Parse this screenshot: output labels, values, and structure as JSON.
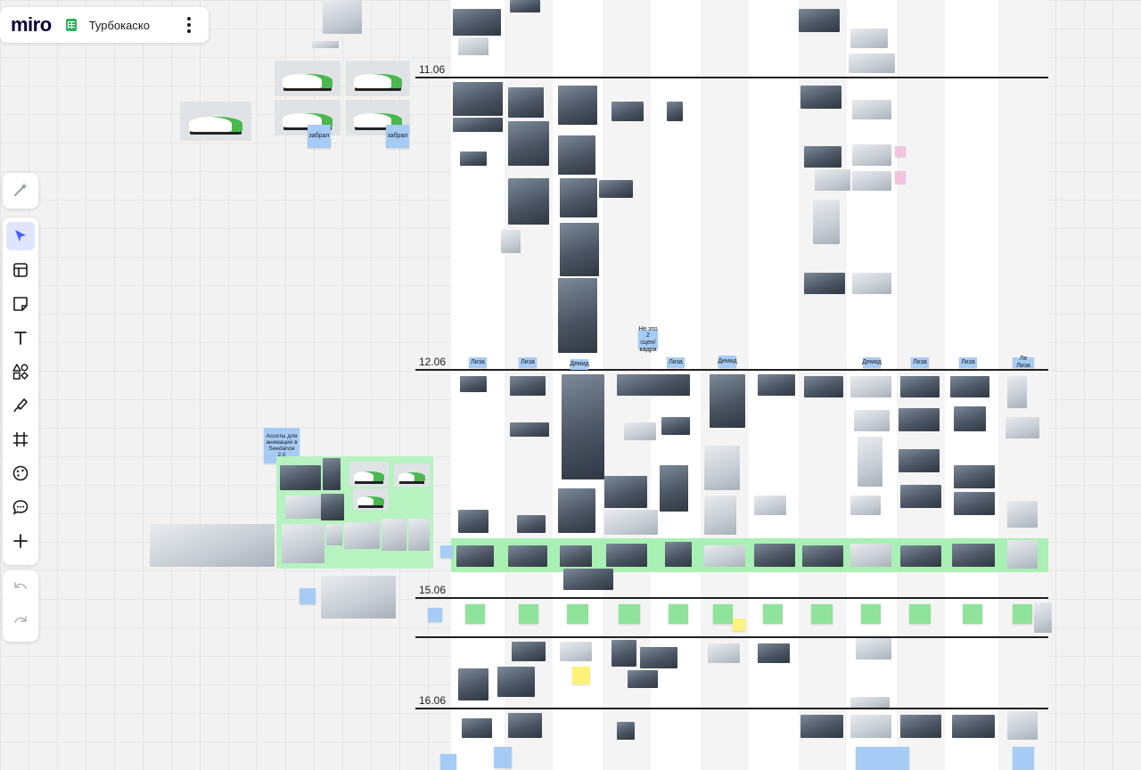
{
  "header": {
    "logo": "miro",
    "board_title": "Турбокаско"
  },
  "toolbar": {
    "tools": [
      "magic-icon",
      "select-icon",
      "templates-icon",
      "sticky-note-icon",
      "text-icon",
      "shapes-icon",
      "pen-icon",
      "frame-icon",
      "stickers-icon",
      "comment-icon",
      "add-icon"
    ],
    "active_tool": "select-icon",
    "undo": "undo-icon",
    "redo": "redo-icon"
  },
  "board": {
    "dates": [
      "11.06",
      "12.06",
      "15.06",
      "16.06"
    ],
    "assignees": [
      "Лиза",
      "Лиза",
      "Демид",
      "Лиза",
      "Демид",
      "Демид",
      "Лиза",
      "Лиза",
      "Ле Лиза"
    ],
    "stickers": {
      "zabral_1": "забрал",
      "zabral_2": "забрал",
      "assets": "Ассеты для анимации в Seedance 2.0",
      "misc_1": "Не это 2 сцен/кадра"
    }
  },
  "colors": {
    "accent": "#4262ff",
    "sticky_blue": "#a6ccf5",
    "sticky_green": "#8fe39a",
    "sticky_yellow": "#fff27a",
    "band_green": "#a9f0b5"
  }
}
